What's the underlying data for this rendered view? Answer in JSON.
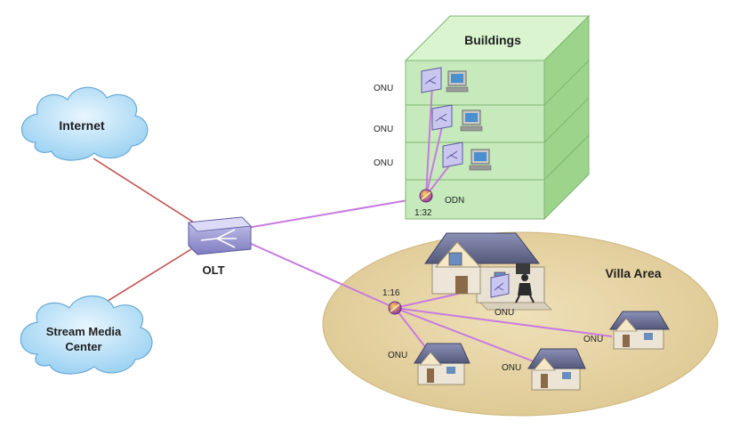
{
  "clouds": {
    "internet": "Internet",
    "stream_line1": "Stream Media",
    "stream_line2": "Center"
  },
  "olt_label": "OLT",
  "building": {
    "title": "Buildings",
    "onu_labels": [
      "ONU",
      "ONU",
      "ONU"
    ],
    "odn_label": "ODN",
    "split_ratio": "1:32"
  },
  "villa": {
    "title": "Villa Area",
    "split_ratio": "1:16",
    "onu_labels": [
      "ONU",
      "ONU",
      "ONU",
      "ONU"
    ]
  },
  "colors": {
    "cloud_fill": "#bfe4f7",
    "cloud_stroke": "#6aa9d6",
    "olt_fill": "#a9a6d8",
    "internet_link": "#c0504d",
    "fiber": "#c77be0",
    "building_front": "#c6eabc",
    "building_top": "#d9f4cf",
    "building_side": "#9cd48c",
    "villa_area": "#e5d3a4"
  }
}
